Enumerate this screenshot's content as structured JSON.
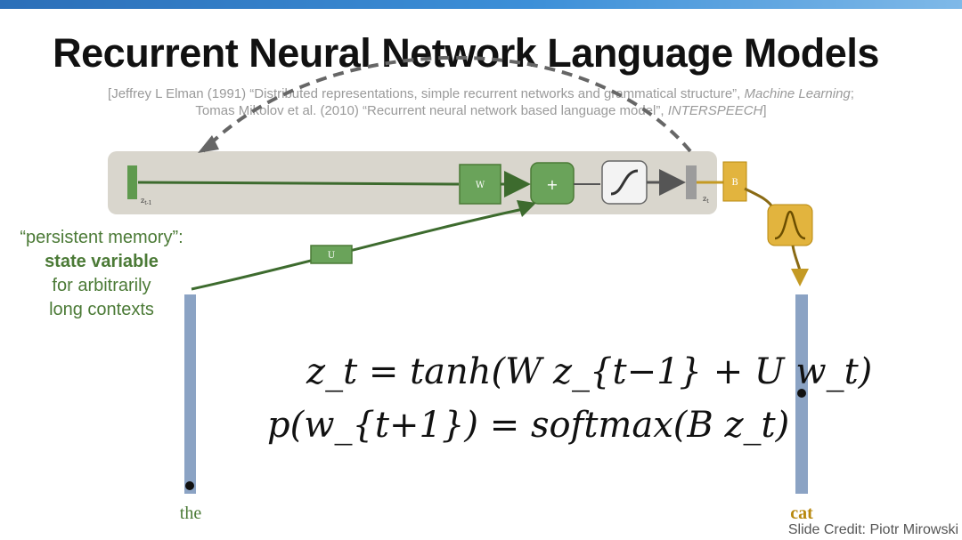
{
  "title": "Recurrent Neural Network Language Models",
  "references": {
    "line1_main": "[Jeffrey L Elman (1991) “Distributed representations, simple recurrent networks and grammatical structure”, ",
    "line1_venue": "Machine Learning",
    "line1_end": ";",
    "line2_main": "Tomas Mikolov et al. (2010) “Recurrent neural network based language model”, ",
    "line2_venue": "INTERSPEECH",
    "line2_end": "]"
  },
  "caption": {
    "line1": "“persistent memory”:",
    "line2": "state variable",
    "line3": "for arbitrarily",
    "line4": "long contexts"
  },
  "diagram": {
    "z_prev_label": "z",
    "z_prev_sub": "t-1",
    "z_label": "z",
    "z_sub": "t",
    "w_label": "W",
    "plus_label": "+",
    "u_label": "U",
    "b_label": "B",
    "input_word": "the",
    "output_word": "cat"
  },
  "equations": {
    "eq1": "z_t = tanh(W z_{t−1} + U w_t)",
    "eq2": "p(w_{t+1}) = softmax(B z_t)"
  },
  "credit": "Slide Credit: Piotr Mirowski",
  "colors": {
    "green": "#5f9a4e",
    "dark_green": "#3d6b2e",
    "gold": "#e2b43e",
    "bar_blue": "#8ba3c4",
    "panel": "#d9d6cd"
  }
}
